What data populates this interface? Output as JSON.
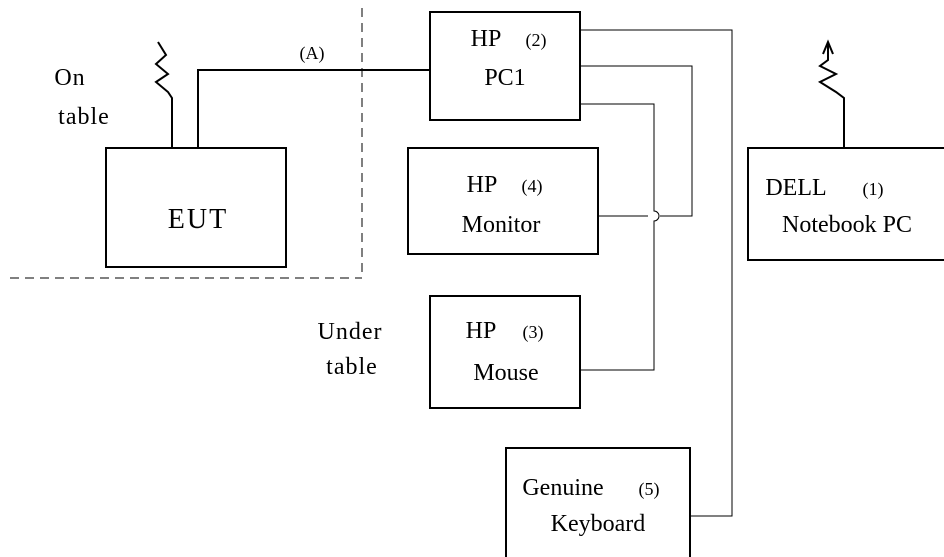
{
  "zones": {
    "on_table": [
      "On",
      "table"
    ],
    "under_table": [
      "Under",
      "table"
    ]
  },
  "eut": {
    "label": "EUT"
  },
  "cable": {
    "label": "(A)"
  },
  "devices": {
    "pc1": {
      "brand": "HP",
      "number": "(2)",
      "model": "PC1"
    },
    "monitor": {
      "brand": "HP",
      "number": "(4)",
      "model": "Monitor"
    },
    "mouse": {
      "brand": "HP",
      "number": "(3)",
      "model": "Mouse"
    },
    "keyboard": {
      "brand": "Genuine",
      "number": "(5)",
      "model": "Keyboard"
    },
    "notebook": {
      "brand": "DELL",
      "number": "(1)",
      "model": "Notebook PC"
    }
  }
}
